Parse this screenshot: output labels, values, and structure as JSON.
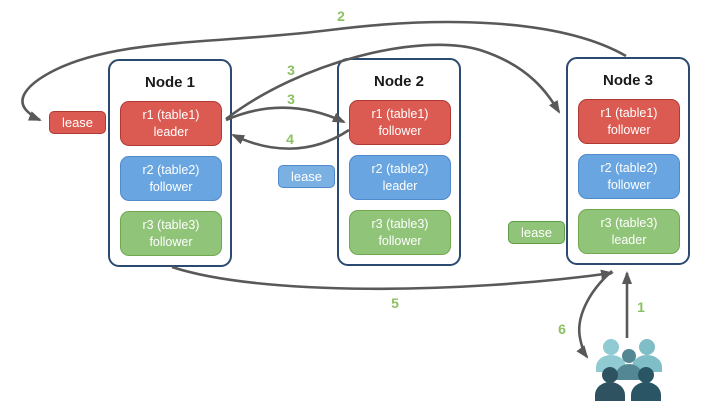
{
  "nodes": [
    {
      "title": "Node 1",
      "ranges": [
        {
          "label": "r1 (table1)",
          "role": "leader"
        },
        {
          "label": "r2 (table2)",
          "role": "follower"
        },
        {
          "label": "r3 (table3)",
          "role": "follower"
        }
      ]
    },
    {
      "title": "Node 2",
      "ranges": [
        {
          "label": "r1 (table1)",
          "role": "follower"
        },
        {
          "label": "r2 (table2)",
          "role": "leader"
        },
        {
          "label": "r3 (table3)",
          "role": "follower"
        }
      ]
    },
    {
      "title": "Node 3",
      "ranges": [
        {
          "label": "r1 (table1)",
          "role": "follower"
        },
        {
          "label": "r2 (table2)",
          "role": "follower"
        },
        {
          "label": "r3 (table3)",
          "role": "leader"
        }
      ]
    }
  ],
  "leases": [
    {
      "label": "lease",
      "color": "red"
    },
    {
      "label": "lease",
      "color": "blue"
    },
    {
      "label": "lease",
      "color": "green"
    }
  ],
  "steps": [
    {
      "label": "1"
    },
    {
      "label": "2"
    },
    {
      "label": "3"
    },
    {
      "label": "3"
    },
    {
      "label": "4"
    },
    {
      "label": "5"
    },
    {
      "label": "6"
    }
  ],
  "icons": {
    "users": "users-group-icon"
  },
  "colors": {
    "red_fill": "#DB5B52",
    "red_border": "#AF3A33",
    "blue_fill": "#69A5E0",
    "blue_border": "#5089CC",
    "lease_blue_fill": "#7BB0E3",
    "green_fill": "#90C478",
    "green_border": "#71A74F",
    "lease_green_border": "#5E9C49",
    "node_border": "#2B4A6F",
    "arrow": "#595959",
    "step_text": "#8CC063",
    "title_text": "#1A1A1A",
    "user_light": "#90CBD3",
    "user_light2": "#7FBDC7",
    "user_mid": "#538794",
    "user_dark1": "#2E5260",
    "user_dark2": "#2A5565"
  }
}
